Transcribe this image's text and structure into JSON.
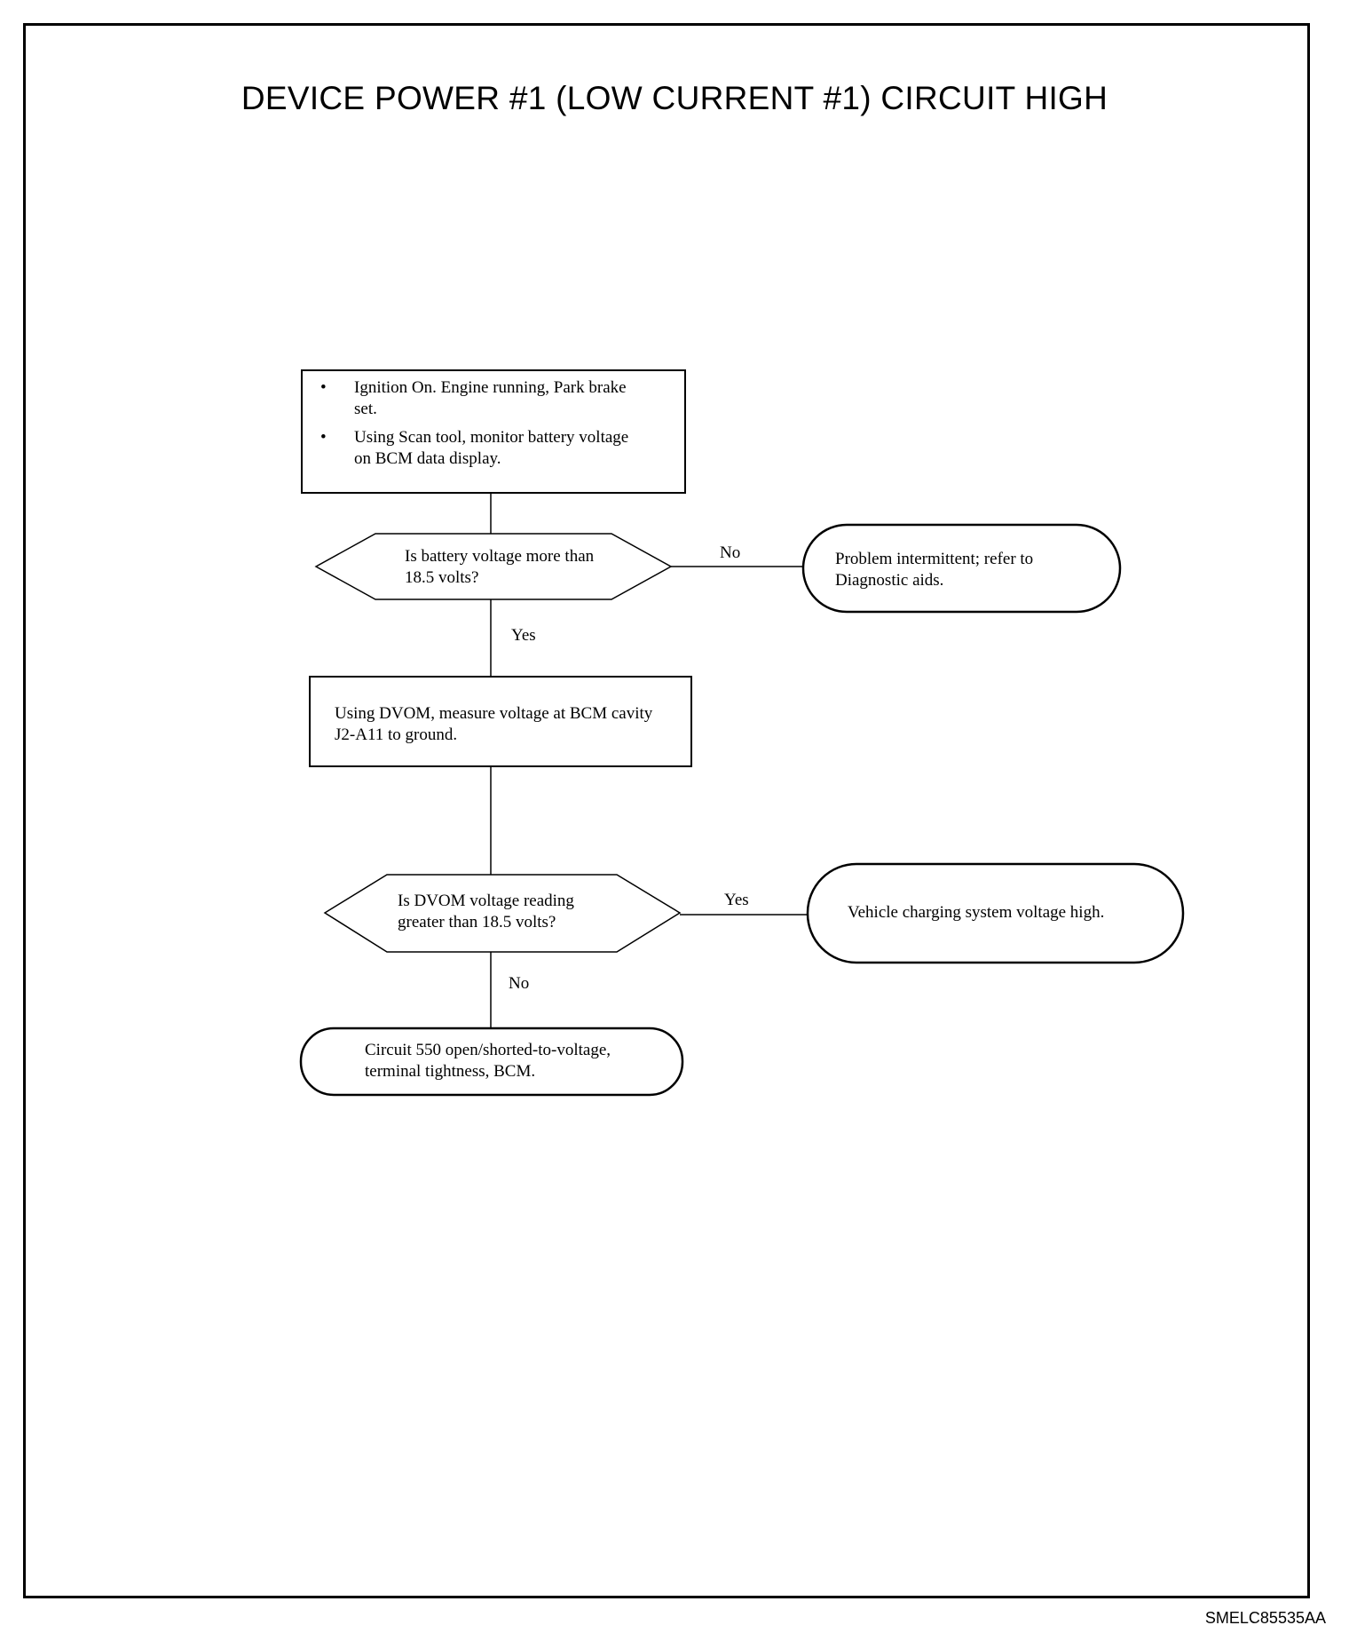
{
  "title": "DEVICE POWER #1 (LOW CURRENT #1) CIRCUIT HIGH",
  "nodes": {
    "start": {
      "bullets": [
        "Ignition On. Engine running, Park brake set.",
        "Using Scan tool, monitor battery voltage on BCM data display."
      ]
    },
    "decision1": {
      "text": "Is battery voltage more than 18.5 volts?"
    },
    "end_intermittent": {
      "text": "Problem intermittent; refer to Diagnostic aids."
    },
    "measure": {
      "text": "Using DVOM, measure voltage at BCM cavity J2-A11 to ground."
    },
    "decision2": {
      "text": "Is DVOM voltage reading greater than 18.5 volts?"
    },
    "end_charging": {
      "text": "Vehicle charging system voltage high."
    },
    "end_circuit": {
      "text": "Circuit 550 open/shorted-to-voltage, terminal tightness, BCM."
    }
  },
  "edges": {
    "d1_no": "No",
    "d1_yes": "Yes",
    "d2_yes": "Yes",
    "d2_no": "No"
  },
  "footer_code": "SMELC85535AA"
}
